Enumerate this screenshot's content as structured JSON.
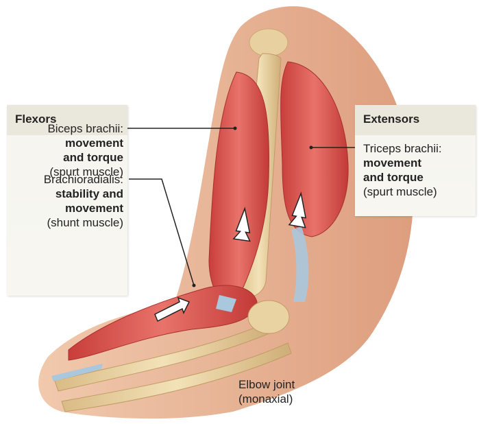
{
  "flexors": {
    "title": "Flexors",
    "biceps": {
      "name": "Biceps brachii:",
      "role_line1": "movement",
      "role_line2": "and torque",
      "type": "(spurt muscle)"
    },
    "brachioradialis": {
      "name": "Brachioradialis:",
      "role_line1": "stability and",
      "role_line2": "movement",
      "type": "(shunt muscle)"
    }
  },
  "extensors": {
    "title": "Extensors",
    "triceps": {
      "name": "Triceps brachii:",
      "role_line1": "movement",
      "role_line2": "and torque",
      "type": "(spurt muscle)"
    }
  },
  "elbow": {
    "line1": "Elbow joint",
    "line2": "(monaxial)"
  },
  "colors": {
    "muscle": "#d9534f",
    "skin": "#e7b08e",
    "bone": "#ecd6a6",
    "tendon": "#a9c8dd",
    "panel": "#eae8dc"
  }
}
